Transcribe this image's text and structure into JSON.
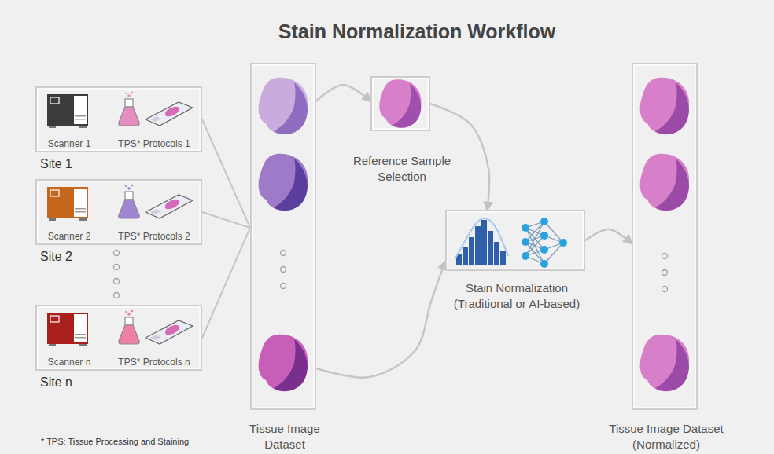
{
  "diagram": {
    "title": "Stain Normalization Workflow",
    "nodes": [
      {
        "text": [
          "Scanner 1",
          "TPS* Protocols 1",
          "Site 1"
        ]
      },
      {
        "text": [
          "Scanner 2",
          "TPS* Protocols 2",
          "Site 2"
        ]
      },
      {
        "text": [
          "Scanner n",
          "TPS* Protocols n",
          "Site n"
        ]
      },
      {
        "text": [
          "Tissue Image Dataset"
        ]
      },
      {
        "text": [
          "Reference Sample Selection"
        ]
      },
      {
        "text": [
          "Stain Normalization (Traditional or AI-based)"
        ]
      },
      {
        "text": [
          "Tissue Image Dataset (Normalized)"
        ]
      }
    ],
    "edges": [
      {
        "from": 0,
        "to": 3,
        "arrow": "none"
      },
      {
        "from": 1,
        "to": 3,
        "arrow": "none"
      },
      {
        "from": 2,
        "to": 3,
        "arrow": "none"
      },
      {
        "from": 3,
        "to": 4,
        "arrow": "to"
      },
      {
        "from": 4,
        "to": 5,
        "arrow": "to"
      },
      {
        "from": 3,
        "to": 5,
        "arrow": "to"
      },
      {
        "from": 5,
        "to": 6,
        "arrow": "to"
      }
    ],
    "labels": [
      "* TPS: Tissue Processing and Staining"
    ]
  }
}
